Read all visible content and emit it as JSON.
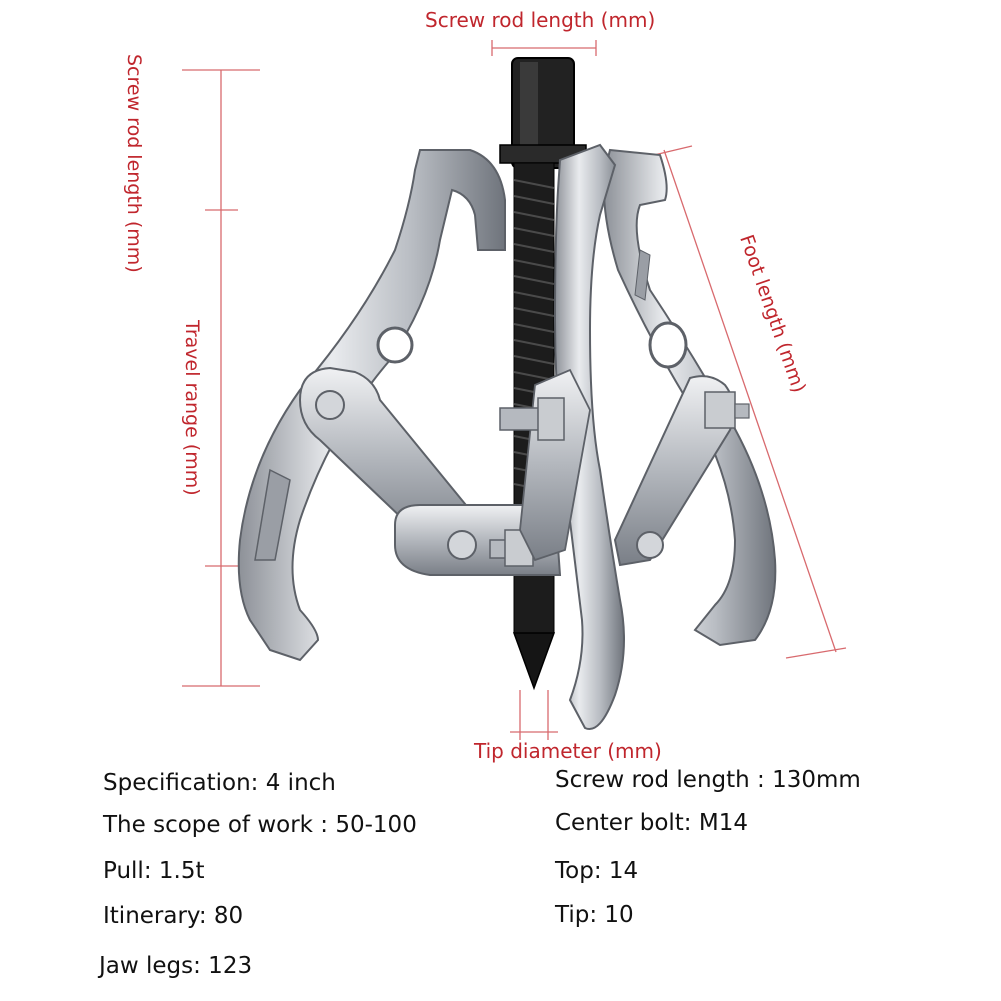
{
  "colors": {
    "annotation": "#c0262d",
    "dimension_line": "#d86a6e",
    "spec_text": "#111111",
    "steel": "#c9ccd0",
    "steel_dark": "#7c8088",
    "screw": "#1a1a1a"
  },
  "annotations": {
    "screw_rod_top": "Screw rod length (mm)",
    "screw_rod_left": "Screw rod length (mm)",
    "travel_range": "Travel range (mm)",
    "foot_length": "Foot length (mm)",
    "tip_diameter": "Tip diameter (mm)"
  },
  "specs_left": [
    "Specification: 4 inch",
    "The scope of work : 50-100",
    "Pull: 1.5t",
    "Itinerary: 80",
    "Jaw legs: 123"
  ],
  "specs_right": [
    "Screw rod length : 130mm",
    "Center bolt: M14",
    "Top: 14",
    "Tip: 10"
  ]
}
